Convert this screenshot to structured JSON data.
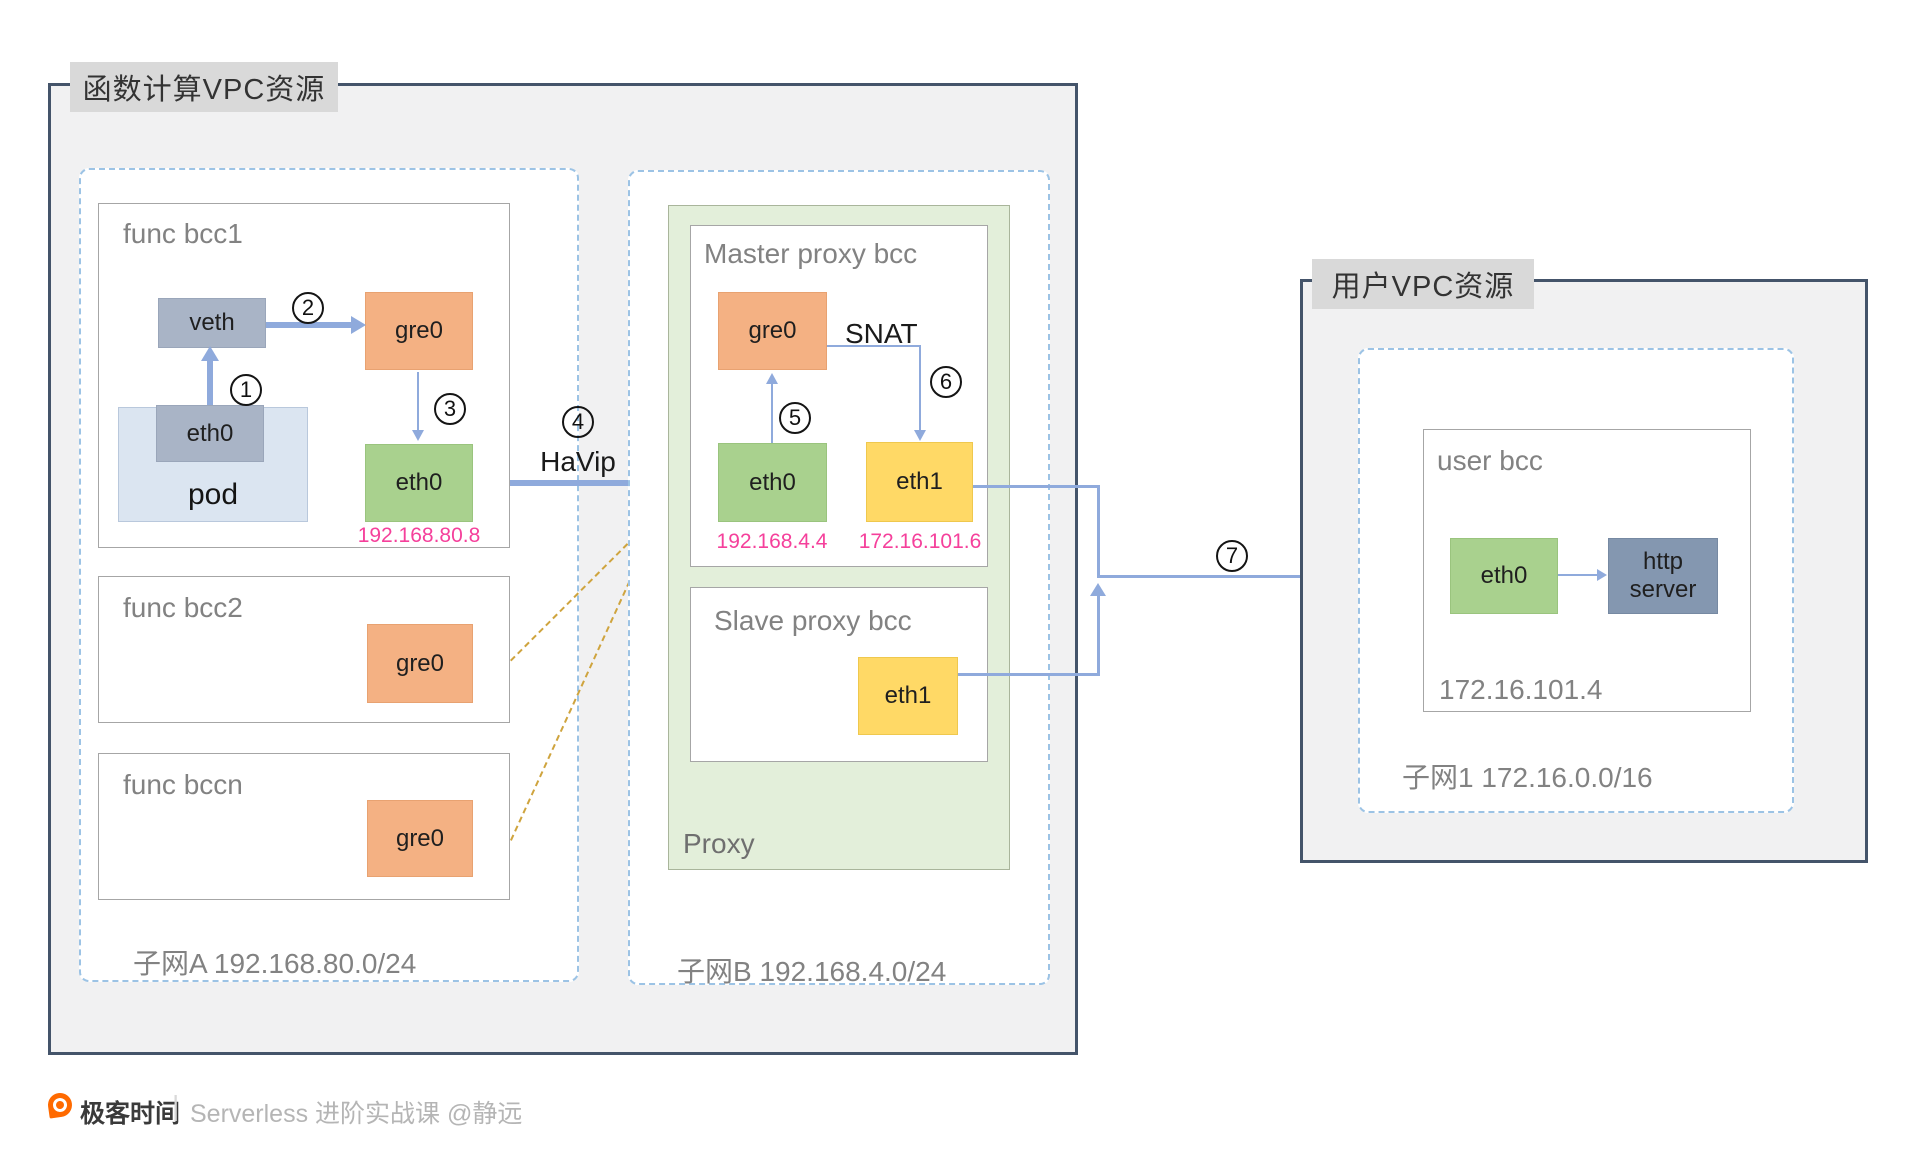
{
  "function_vpc": {
    "title": "函数计算VPC资源",
    "subnet_a": {
      "label": "子网A 192.168.80.0/24",
      "bcc1": {
        "title": "func bcc1",
        "veth": "veth",
        "pod": "pod",
        "pod_eth0": "eth0",
        "gre0": "gre0",
        "eth0": "eth0",
        "eth0_ip": "192.168.80.8"
      },
      "bcc2": {
        "title": "func bcc2",
        "gre0": "gre0"
      },
      "bccn": {
        "title": "func bccn",
        "gre0": "gre0"
      }
    },
    "subnet_b": {
      "label": "子网B 192.168.4.0/24",
      "proxy_label": "Proxy",
      "master": {
        "title": "Master proxy bcc",
        "gre0": "gre0",
        "snat": "SNAT",
        "eth0": "eth0",
        "eth0_ip": "192.168.4.4",
        "eth1": "eth1",
        "eth1_ip": "172.16.101.6"
      },
      "slave": {
        "title": "Slave proxy bcc",
        "eth1": "eth1"
      }
    }
  },
  "user_vpc": {
    "title": "用户VPC资源",
    "subnet_1": {
      "label": "子网1 172.16.0.0/16",
      "user_bcc": {
        "title": "user bcc",
        "eth0": "eth0",
        "http_server": "http server",
        "ip": "172.16.101.4"
      }
    }
  },
  "steps": {
    "s1": "1",
    "s2": "2",
    "s3": "3",
    "s4": "4",
    "s5": "5",
    "s6": "6",
    "s7": "7"
  },
  "labels": {
    "havip": "HaVip"
  },
  "footer": {
    "brand": "极客时间",
    "divider": "|",
    "subtitle": "Serverless 进阶实战课 @静远"
  },
  "colors": {
    "arrow_blue": "#8faadc",
    "box_orange": "#f4b183",
    "box_green": "#a9d18e",
    "box_yellow": "#ffd966",
    "box_gray_blue": "#a9b4c6",
    "box_slate": "#8497b0",
    "pod_blue": "#dbe5f1",
    "proxy_green": "#e3efda",
    "ip_pink": "#f5409b",
    "gold_dashed": "#cfa43e",
    "outer_border": "#44546a",
    "subnet_dashed": "#9cc3e5",
    "brand_orange": "#ff6a00"
  }
}
